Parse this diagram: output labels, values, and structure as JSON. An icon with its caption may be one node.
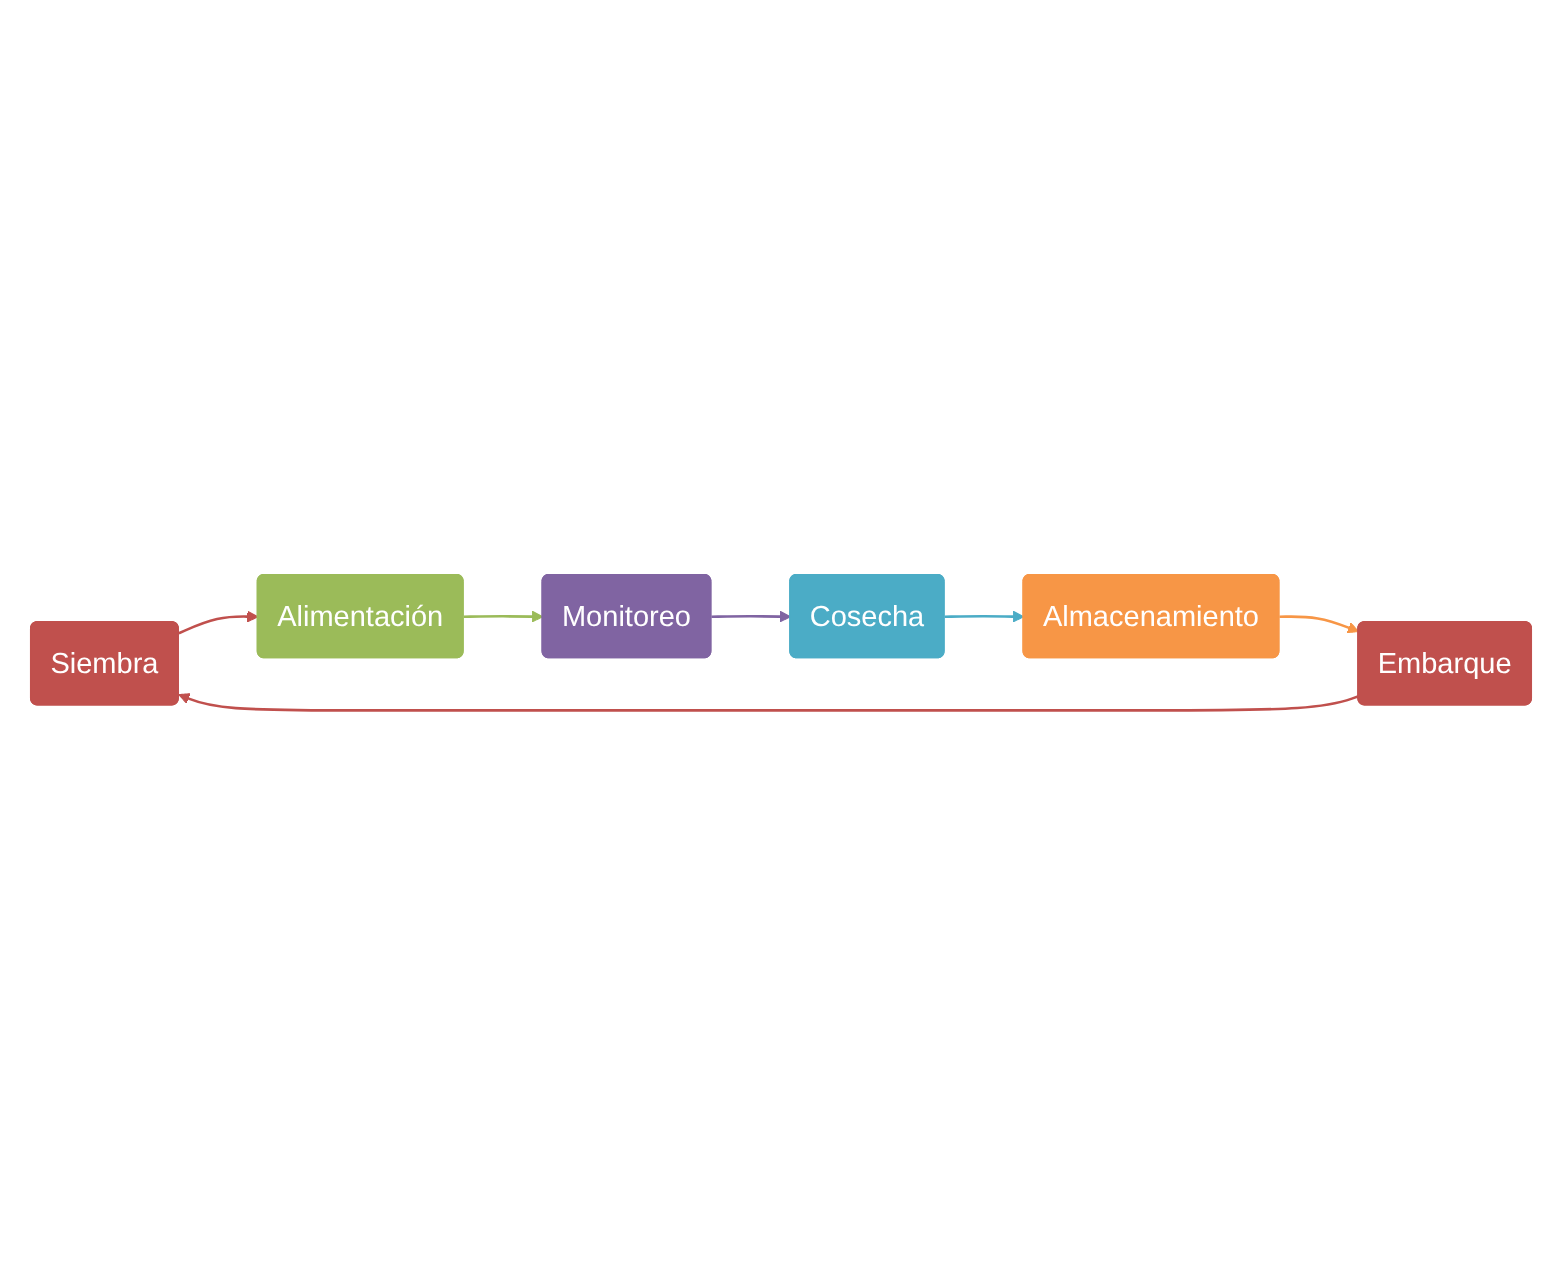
{
  "diagram": {
    "nodes": [
      {
        "text": [
          "Siembra"
        ]
      },
      {
        "text": [
          "Alimentación"
        ]
      },
      {
        "text": [
          "Monitoreo"
        ]
      },
      {
        "text": [
          "Cosecha"
        ]
      },
      {
        "text": [
          "Almacenamiento"
        ]
      },
      {
        "text": [
          "Embarque"
        ]
      }
    ],
    "edges": [
      {
        "from": 0,
        "to": 1,
        "arrow": "to",
        "color": "#c0504d"
      },
      {
        "from": 1,
        "to": 2,
        "arrow": "to",
        "color": "#9bbb59"
      },
      {
        "from": 2,
        "to": 3,
        "arrow": "to",
        "color": "#8064a2"
      },
      {
        "from": 3,
        "to": 4,
        "arrow": "to",
        "color": "#4bacc6"
      },
      {
        "from": 4,
        "to": 5,
        "arrow": "to",
        "color": "#f79646"
      },
      {
        "from": 5,
        "to": 0,
        "arrow": "to",
        "color": "#c0504d"
      }
    ]
  }
}
